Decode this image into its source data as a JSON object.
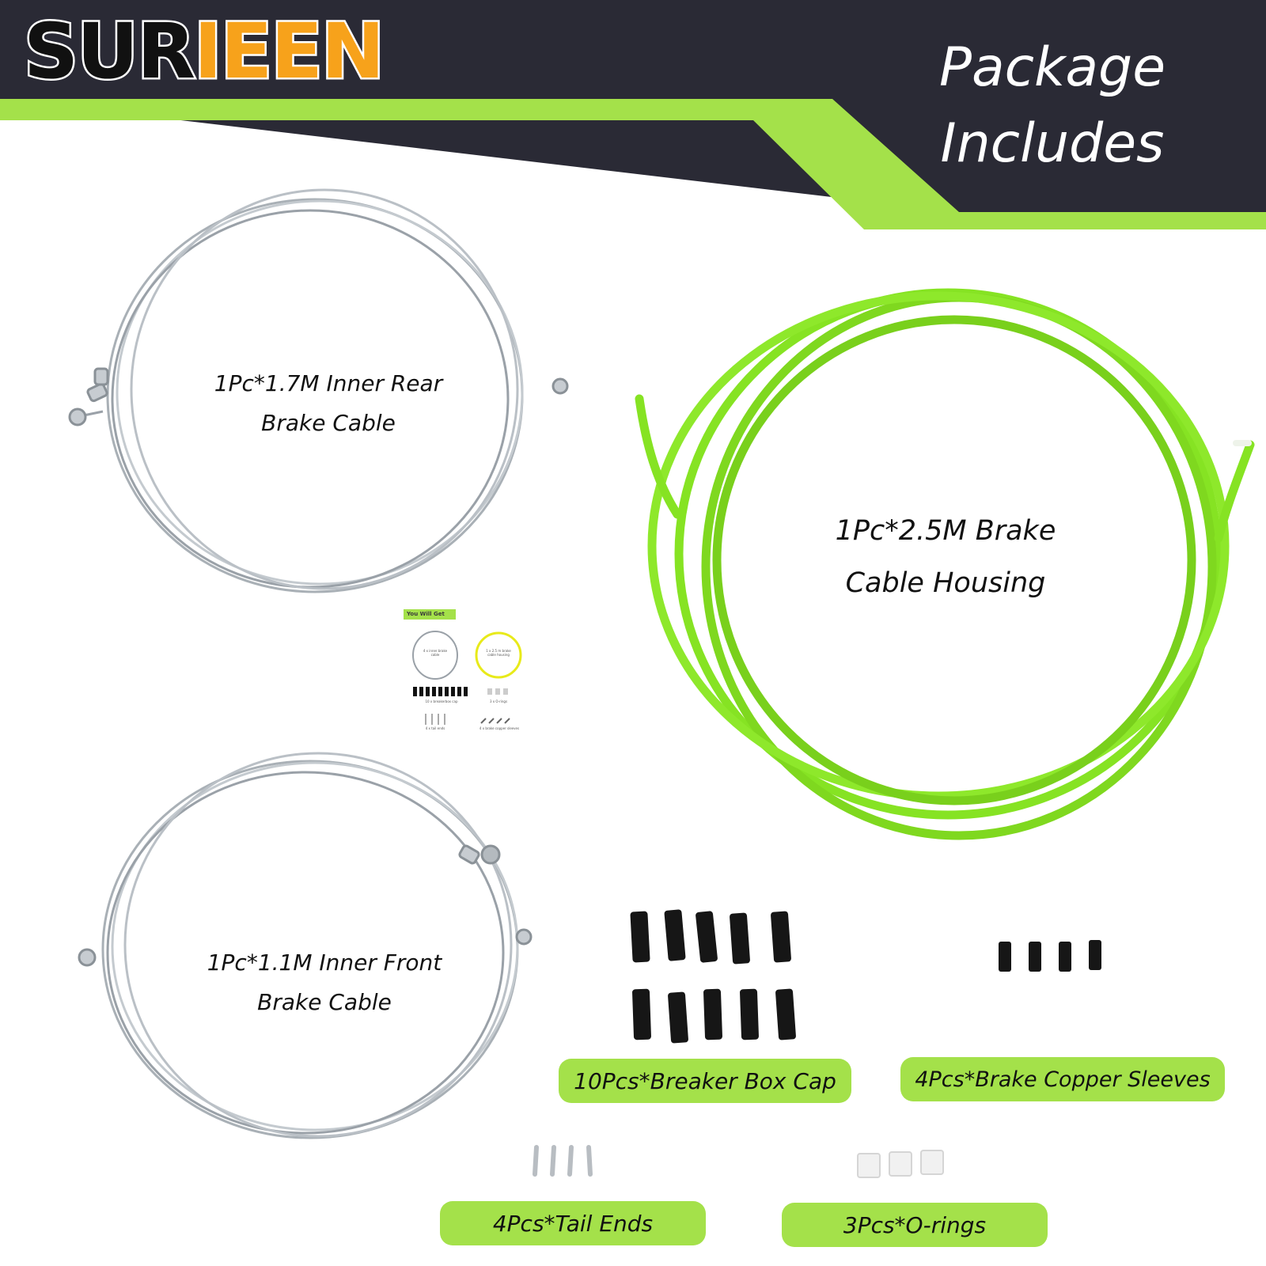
{
  "brand": {
    "logo_left": "SUR",
    "logo_right": "IEEN"
  },
  "header": {
    "title_line1": "Package",
    "title_line2": "Includes"
  },
  "captions": {
    "rear_cable_line1": "1Pc*1.7M Inner Rear",
    "rear_cable_line2": "Brake Cable",
    "housing_line1": "1Pc*2.5M Brake",
    "housing_line2": "Cable Housing",
    "front_cable_line1": "1Pc*1.1M Inner Front",
    "front_cable_line2": "Brake Cable"
  },
  "labels": {
    "box_cap": "10Pcs*Breaker Box Cap",
    "copper_sleeves": "4Pcs*Brake Copper Sleeves",
    "tail_ends": "4Pcs*Tail Ends",
    "o_rings": "3Pcs*O-rings"
  },
  "thumbnail": {
    "tag": "You Will Get",
    "t1": "4 x inner brake cable",
    "t2": "1 x 2.5 m brake cable housing",
    "t3": "10 x breakerbox cap",
    "t4": "3 x O-rings",
    "t5": "4 x tail ends",
    "t6": "4 x brake copper sleeves"
  },
  "colors": {
    "header_dark": "#2a2a35",
    "accent_green": "#a4e14a",
    "housing_green": "#86e323",
    "logo_orange": "#f7a21b"
  }
}
